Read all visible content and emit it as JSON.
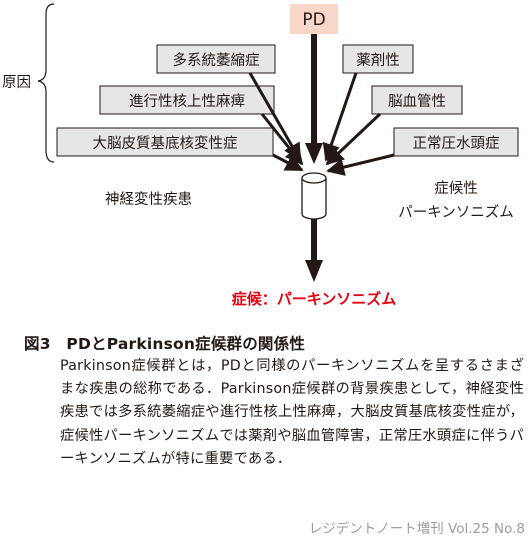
{
  "diagram": {
    "top_label": "PD",
    "bracket_label": "原因",
    "causes_left": [
      "多系統萎縮症",
      "進行性核上性麻痺",
      "大脳皮質基底核変性症"
    ],
    "causes_right": [
      "薬剤性",
      "脳血管性",
      "正常圧水頭症"
    ],
    "group_left": "神経変性疾患",
    "group_right_line1": "症候性",
    "group_right_line2": "パーキンソニズム",
    "result": "症候：パーキンソニズム",
    "colors": {
      "top_box": "#f8d6c8",
      "cause_box": "#e6e6e6",
      "result": "#e60012"
    }
  },
  "caption": {
    "title": "図3　PDとParkinson症候群の関係性",
    "body": "Parkinson症候群とは，PDと同様のパーキンソニズムを呈するさまざまな疾患の総称である．Parkinson症候群の背景疾患として，神経変性疾患では多系統萎縮症や進行性核上性麻痺，大脳皮質基底核変性症が，症候性パーキンソニズムでは薬剤や脳血管障害，正常圧水頭症に伴うパーキンソニズムが特に重要である．"
  },
  "footer": {
    "source": "レジデントノート増刊 Vol.25 No.8"
  }
}
